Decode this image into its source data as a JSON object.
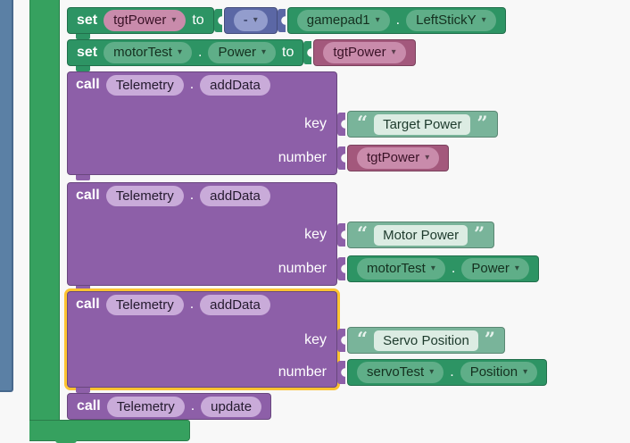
{
  "palette": {
    "canvas_bg": "#f8f8f8",
    "loop_bar_blue": "#5b80a5",
    "frame_green": "#36a15f",
    "set_green": "#2d9464",
    "green_field": "#5fae88",
    "call_purple": "#8d5fa8",
    "purple_field": "#c9abd9",
    "variable_pink": "#a3587c",
    "pink_field": "#c98bab",
    "negate_indigo": "#5b67a5",
    "indigo_field": "#939dcd",
    "string_green": "#79b49a",
    "string_field": "#dcece3",
    "selection_highlight": "#fdc331"
  },
  "icons": {
    "dropdown_arrow": "▾",
    "open_quote": "“",
    "close_quote": "”"
  },
  "statements": {
    "set_tgt_power": {
      "keyword": "set",
      "variable_field": "tgtPower",
      "to_label": "to",
      "negate_operator": "-",
      "gamepad_object": "gamepad1",
      "dot": ".",
      "gamepad_property": "LeftStickY"
    },
    "set_motor_power": {
      "keyword": "set",
      "object_field": "motorTest",
      "dot": ".",
      "property_field": "Power",
      "to_label": "to",
      "value_variable": "tgtPower"
    },
    "telemetry_add_target": {
      "keyword": "call",
      "object": "Telemetry",
      "dot": ".",
      "method": "addData",
      "key_label": "key",
      "key_text": "Target Power",
      "number_label": "number",
      "number_variable": "tgtPower"
    },
    "telemetry_add_motor": {
      "keyword": "call",
      "object": "Telemetry",
      "dot": ".",
      "method": "addData",
      "key_label": "key",
      "key_text": "Motor Power",
      "number_label": "number",
      "number_object": "motorTest",
      "number_dot": ".",
      "number_property": "Power"
    },
    "telemetry_add_servo": {
      "keyword": "call",
      "object": "Telemetry",
      "dot": ".",
      "method": "addData",
      "key_label": "key",
      "key_text": "Servo Position",
      "number_label": "number",
      "number_object": "servoTest",
      "number_dot": ".",
      "number_property": "Position",
      "selected": true
    },
    "telemetry_update": {
      "keyword": "call",
      "object": "Telemetry",
      "dot": ".",
      "method": "update"
    }
  }
}
